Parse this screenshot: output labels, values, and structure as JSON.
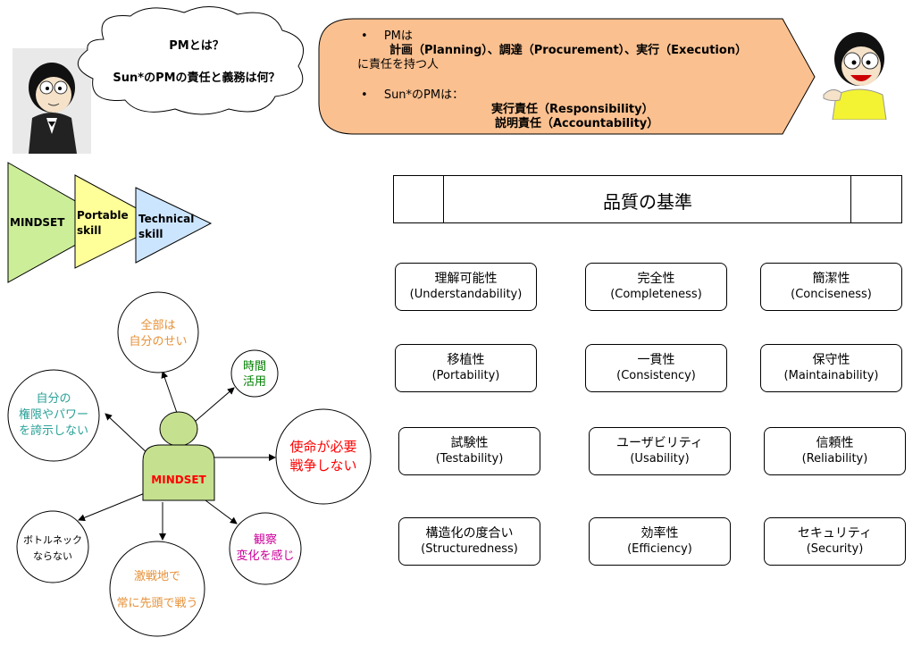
{
  "top_left_bubble": {
    "line1": "PMとは？",
    "line2": "Sun*のPMの責任と義務は何？"
  },
  "top_right_banner": {
    "bullet1_label": "PMは",
    "bullet1_detail": "計画（Planning）、調達（Procurement）、実行（Execution）",
    "bullet1_tail": "に責任を持つ人",
    "bullet2_label": "Sun*のPMは：",
    "bullet2_detail1": "実行責任（Responsibility）",
    "bullet2_detail2": "説明責任（Accountability）",
    "bullet_char": "•"
  },
  "skills_arrows": {
    "items": [
      {
        "label": "MINDSET",
        "color": "#ccee99"
      },
      {
        "label1": "Portable",
        "label2": "skill",
        "color": "#ffff99"
      },
      {
        "label1": "Technical",
        "label2": "skill",
        "color": "#cce5ff"
      }
    ]
  },
  "mindset_map": {
    "center": "MINDSET",
    "nodes": [
      {
        "line1": "全部は",
        "line2": "自分のせい",
        "color": "#e69138"
      },
      {
        "line1": "時間",
        "line2": "活用",
        "color": "#008000"
      },
      {
        "line1": "自分の",
        "line2": "権限やパワー",
        "line3": "を誇示しない",
        "color": "#2aa198"
      },
      {
        "line1": "使命が必要",
        "line2": "戦争しない",
        "color": "#ff0000"
      },
      {
        "line1": "ボトルネック",
        "line2": "ならない",
        "color": "#000000"
      },
      {
        "line1": "激戦地で",
        "line2": "常に先頭で戦う",
        "color": "#e69138"
      },
      {
        "line1": "観察",
        "line2": "変化を感じ",
        "color": "#cc0099"
      }
    ]
  },
  "quality": {
    "title": "品質の基準",
    "items": [
      {
        "name": "理解可能性",
        "en": "(Understandability)"
      },
      {
        "name": "完全性",
        "en": "(Completeness)"
      },
      {
        "name": "簡潔性",
        "en": "(Conciseness)"
      },
      {
        "name": "移植性",
        "en": "(Portability)"
      },
      {
        "name": "一貫性",
        "en": "(Consistency)"
      },
      {
        "name": "保守性",
        "en": "(Maintainability)"
      },
      {
        "name": "試験性",
        "en": "(Testability)"
      },
      {
        "name": "ユーザビリティ",
        "en": "(Usability)"
      },
      {
        "name": "信頼性",
        "en": "(Reliability)"
      },
      {
        "name": "構造化の度合い",
        "en": "(Structuredness)"
      },
      {
        "name": "効率性",
        "en": "(Efficiency)"
      },
      {
        "name": "セキュリティ",
        "en": "(Security)"
      }
    ]
  },
  "colors": {
    "banner_fill": "#fac090",
    "mindset_person": "#c5e08f"
  }
}
